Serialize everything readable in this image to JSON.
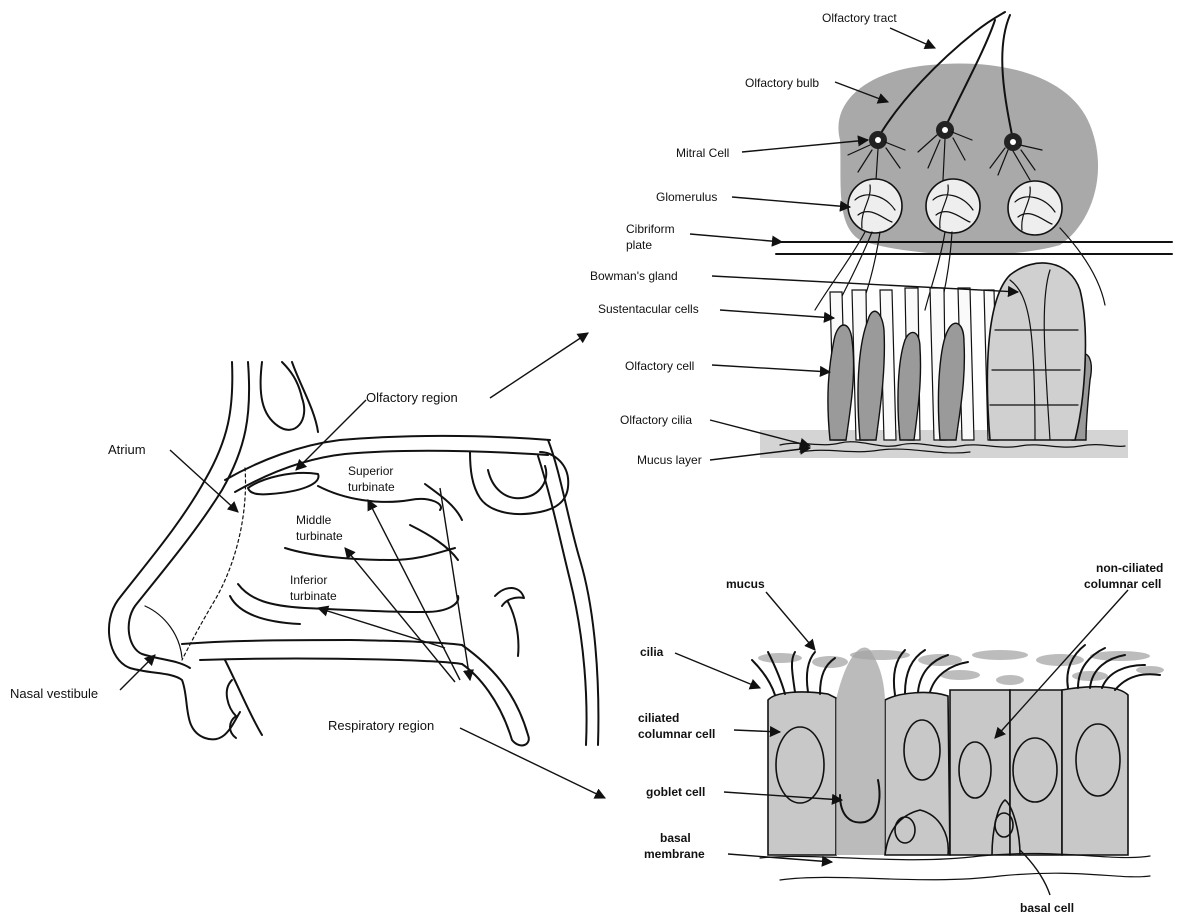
{
  "nasal_cavity": {
    "atrium": "Atrium",
    "olfactory_region": "Olfactory region",
    "superior_turbinate": [
      "Superior",
      "turbinate"
    ],
    "middle_turbinate": [
      "Middle",
      "turbinate"
    ],
    "inferior_turbinate": [
      "Inferior",
      "turbinate"
    ],
    "nasal_vestibule": "Nasal vestibule",
    "respiratory_region": "Respiratory region"
  },
  "olfactory_epithelium": {
    "olfactory_tract": "Olfactory tract",
    "olfactory_bulb": "Olfactory bulb",
    "mitral_cell": "Mitral Cell",
    "glomerulus": "Glomerulus",
    "cribriform_plate": [
      "Cibriform",
      "plate"
    ],
    "bowmans_gland": "Bowman's gland",
    "sustentacular_cells": "Sustentacular cells",
    "olfactory_cell": "Olfactory cell",
    "olfactory_cilia": "Olfactory cilia",
    "mucus_layer": "Mucus layer"
  },
  "respiratory_epithelium": {
    "mucus": "mucus",
    "non_ciliated_columnar_cell": [
      "non-ciliated",
      "columnar cell"
    ],
    "cilia": "cilia",
    "ciliated_columnar_cell": [
      "ciliated",
      "columnar cell"
    ],
    "goblet_cell": "goblet cell",
    "basal_membrane": [
      "basal",
      "membrane"
    ],
    "basal_cell": "basal cell"
  },
  "colors": {
    "line": "#111111",
    "bulb_fill": "#a9a9a9",
    "cell_fill": "#c8c8c8",
    "mucus_fill": "#bcbcbc",
    "goblet_fill": "#a4a4a4"
  }
}
